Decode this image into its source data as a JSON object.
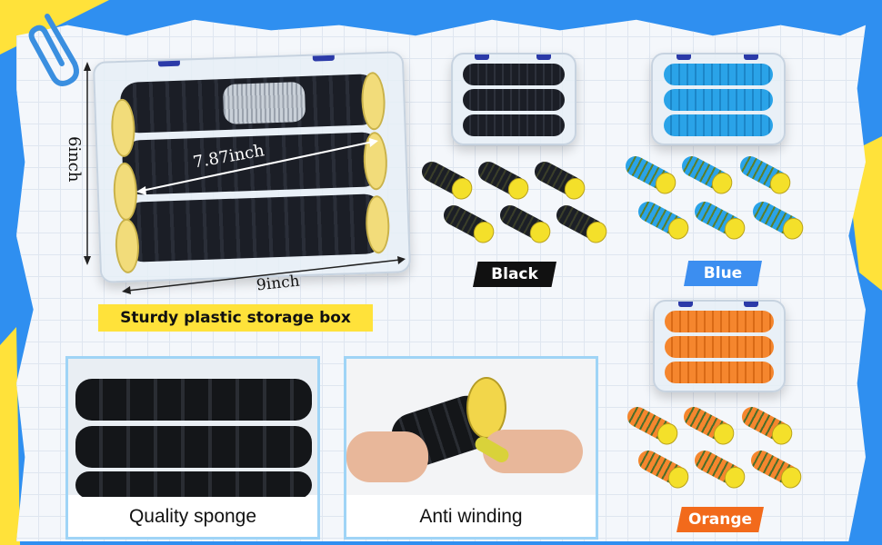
{
  "labels": {
    "box_title": "Sturdy plastic storage box",
    "height_dim": "6inch",
    "width_dim": "9inch",
    "diag_dim": "7.87inch",
    "black": "Black",
    "blue": "Blue",
    "orange": "Orange",
    "quality": "Quality sponge",
    "anti": "Anti winding"
  },
  "colors": {
    "black_tag": "#111111",
    "blue_tag": "#3c8ef0",
    "orange_tag": "#f26a1b",
    "black_roll": "#1c1f26",
    "blue_roll": "#2aa3e8",
    "orange_roll": "#f5862e",
    "end_cap": "#f4e02a"
  }
}
